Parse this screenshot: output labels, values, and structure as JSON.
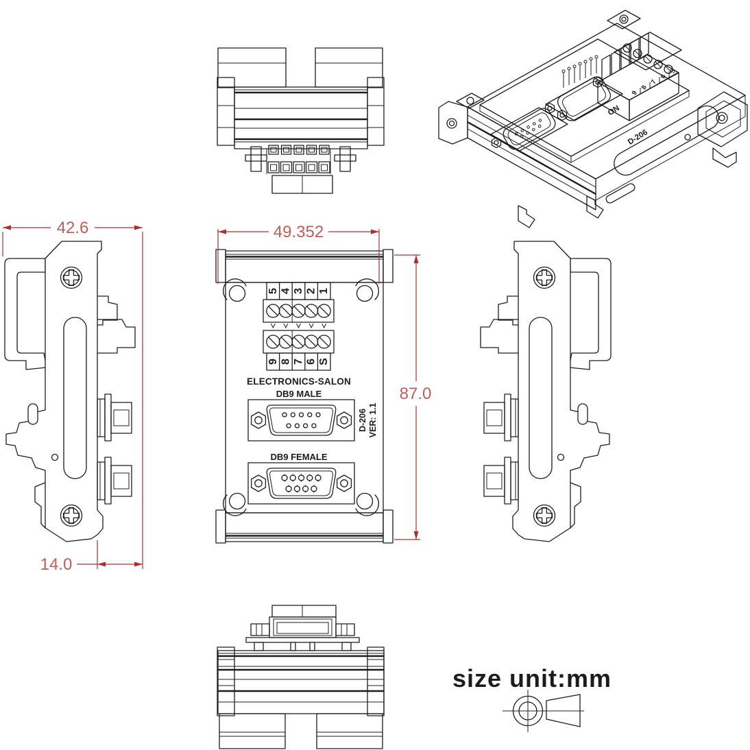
{
  "drawing": {
    "title_note": "size unit:mm",
    "dims": {
      "side_overall_width": "42.6",
      "front_overall_width": "49.352",
      "front_overall_height": "87.0",
      "connector_depth": "14.0"
    },
    "front": {
      "brand": "ELECTRONICS-SALON",
      "db9_male_label": "DB9 MALE",
      "db9_female_label": "DB9 FEMALE",
      "model": "D-206",
      "version": "VER: 1.1",
      "terminals_top": [
        "5",
        "4",
        "3",
        "2",
        "1"
      ],
      "terminals_bottom": [
        "9",
        "8",
        "7",
        "6",
        "S"
      ]
    },
    "iso": {
      "model": "D-206",
      "brand_fragment": "ON",
      "terminals": [
        "9",
        "8",
        "7",
        "6",
        "S"
      ]
    },
    "colors": {
      "line": "#1c1c1c",
      "dim_line": "#ad2f2f",
      "dim_text": "#b9605c",
      "background": "#ffffff"
    }
  }
}
